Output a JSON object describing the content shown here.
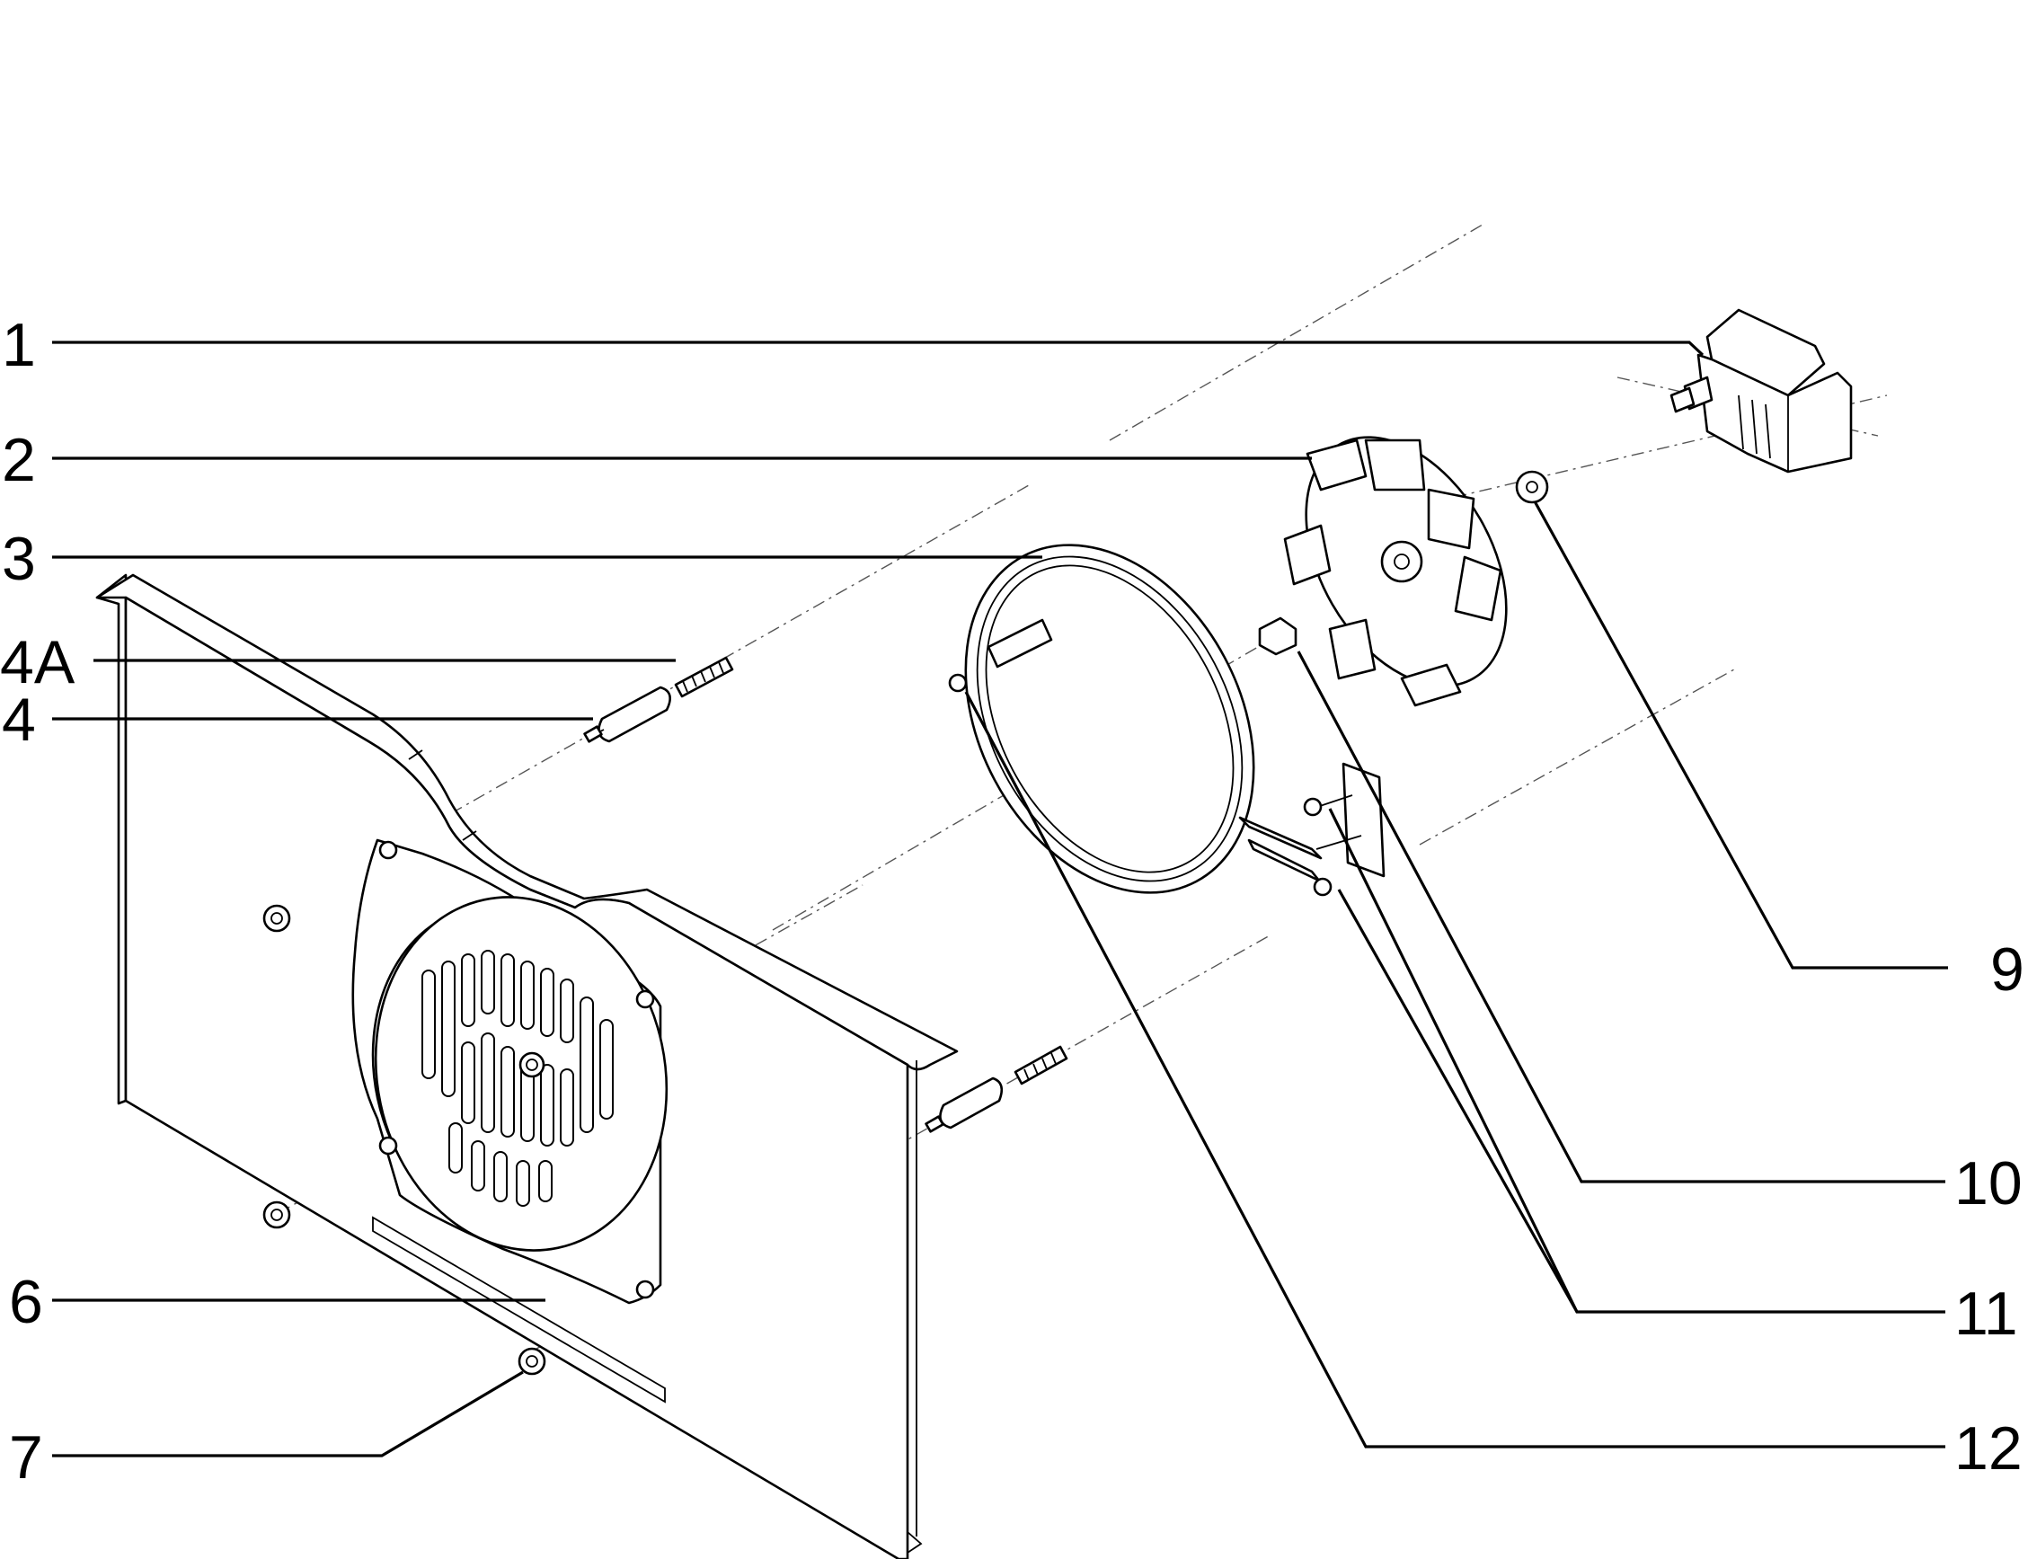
{
  "callouts": [
    {
      "id": "1",
      "label": "1"
    },
    {
      "id": "2",
      "label": "2"
    },
    {
      "id": "3",
      "label": "3"
    },
    {
      "id": "4A",
      "label": "4A"
    },
    {
      "id": "4",
      "label": "4"
    },
    {
      "id": "6",
      "label": "6"
    },
    {
      "id": "7",
      "label": "7"
    },
    {
      "id": "9",
      "label": "9"
    },
    {
      "id": "10",
      "label": "10"
    },
    {
      "id": "11",
      "label": "11"
    },
    {
      "id": "12",
      "label": "12"
    }
  ]
}
